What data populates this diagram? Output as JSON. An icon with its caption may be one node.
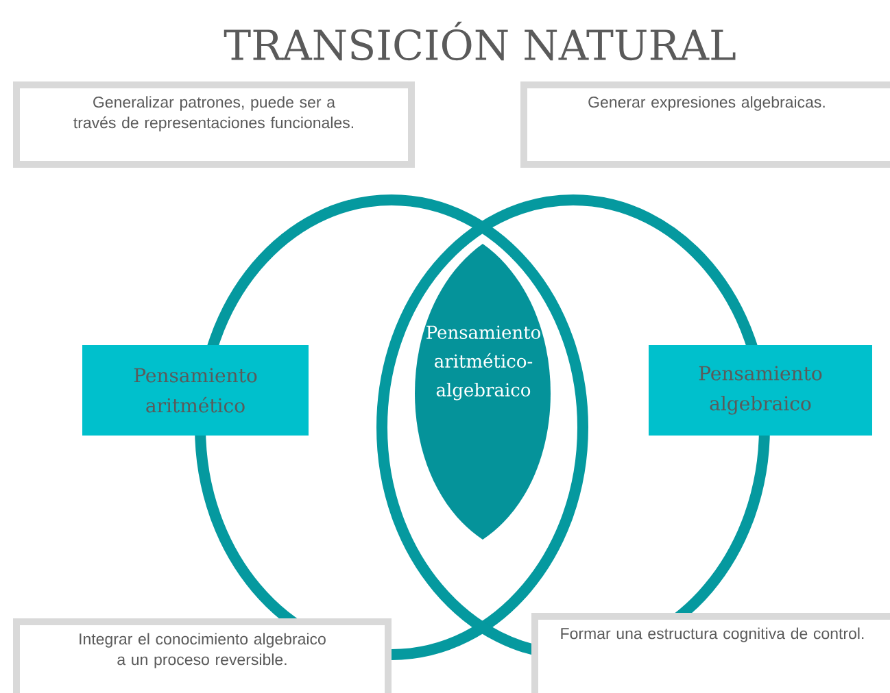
{
  "diagram": {
    "title": "TRANSICIÓN NATURAL",
    "nodes": [
      {
        "text": [
          "Generalizar patrones, puede ser a través de representaciones funcionales."
        ]
      },
      {
        "text": [
          "Generar expresiones algebraicas."
        ]
      },
      {
        "text": [
          "Pensamiento aritmético"
        ]
      },
      {
        "text": [
          "Pensamiento aritmético-algebraico"
        ]
      },
      {
        "text": [
          "Pensamiento algebraico"
        ]
      },
      {
        "text": [
          "Integrar el conocimiento algebraico a un proceso reversible."
        ]
      },
      {
        "text": [
          "Formar una estructura cognitiva de control."
        ]
      }
    ]
  }
}
